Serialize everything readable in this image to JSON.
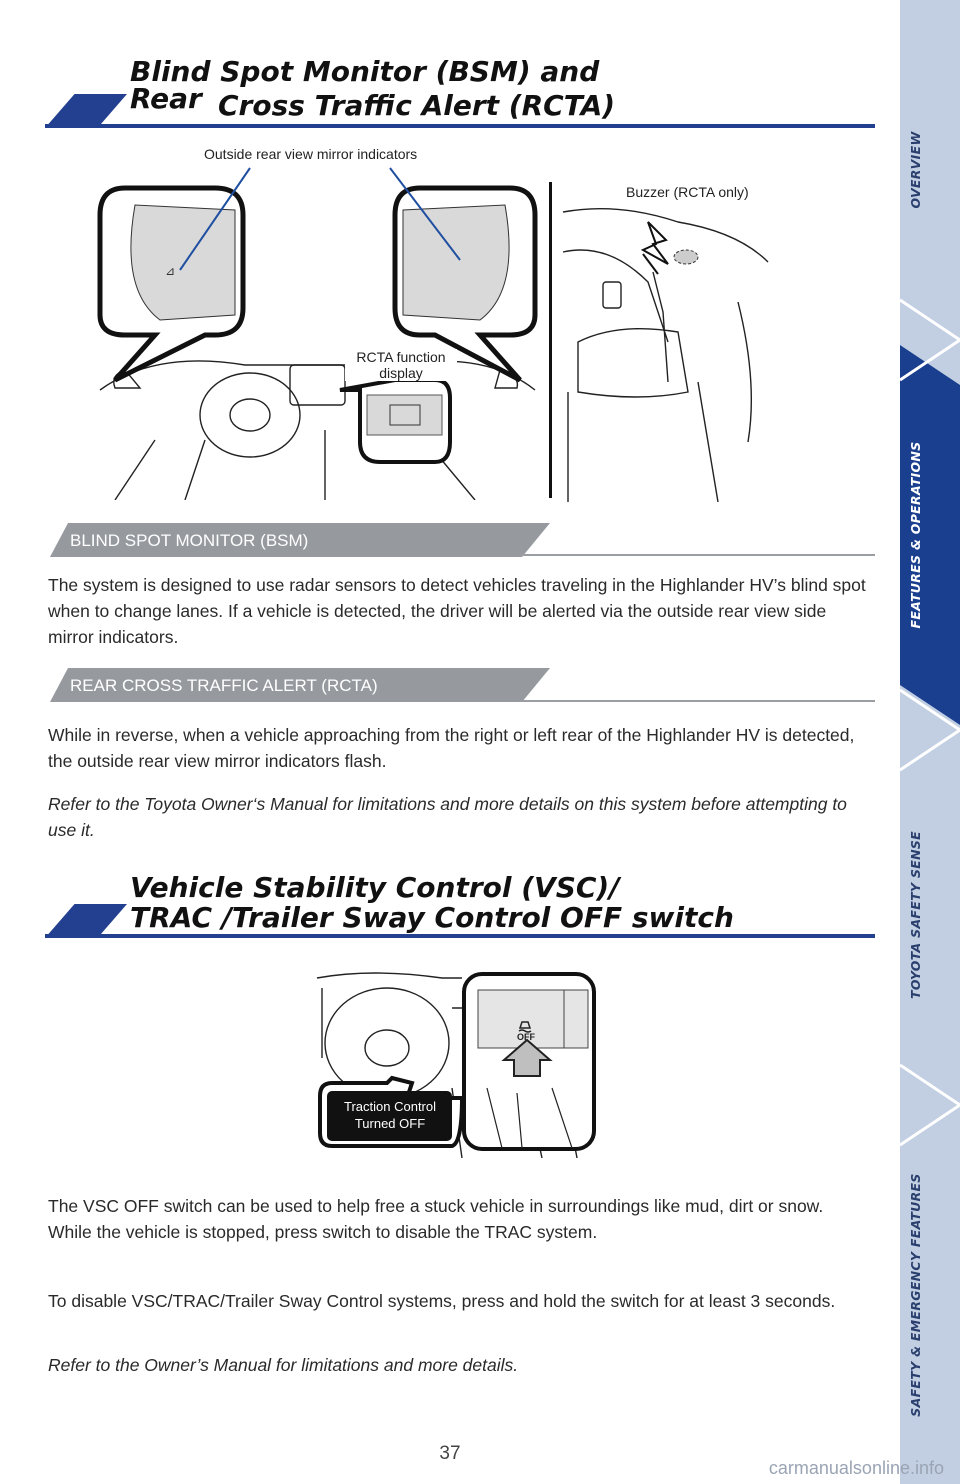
{
  "sidebar": {
    "tabs": [
      {
        "label": "OVERVIEW",
        "active": false
      },
      {
        "label": "FEATURES & OPERATIONS",
        "active": true
      },
      {
        "label": "TOYOTA SAFETY SENSE",
        "active": false
      },
      {
        "label": "SAFETY & EMERGENCY FEATURES",
        "active": false
      }
    ]
  },
  "section1": {
    "title_line1": "Blind Spot Monitor (BSM) and",
    "title_line2a": "Rear",
    "title_line2b": "Cross Traffic Alert (RCTA)",
    "figure": {
      "callout_mirror": "Outside rear view mirror indicators",
      "callout_buzzer": "Buzzer (RCTA only)",
      "callout_rcta_line1": "RCTA function",
      "callout_rcta_line2": "display"
    },
    "bsm": {
      "heading": "BLIND SPOT MONITOR (BSM)",
      "text": "The system is designed to use radar sensors to detect vehicles traveling in the Highlander HV’s blind spot when to change lanes. If a vehicle is detected, the driver will be alerted via the outside rear view side mirror indicators."
    },
    "rcta": {
      "heading": "REAR CROSS TRAFFIC ALERT (RCTA)",
      "text": "While in reverse, when a vehicle approaching from the right or left rear of the Highlander HV is detected, the outside rear view mirror indicators flash.",
      "note": "Refer to the Toyota Owner‘s Manual for limitations and more details on this system before attempting to use it."
    }
  },
  "section2": {
    "title_line1": "Vehicle Stability Control (VSC)/",
    "title_line2": "TRAC /Trailer Sway Control OFF switch",
    "figure": {
      "display_line1": "Traction Control",
      "display_line2": "Turned OFF",
      "switch_label": "OFF"
    },
    "text1": "The VSC OFF switch can be used to help free a stuck vehicle in surroundings like mud, dirt or snow. While the vehicle is stopped, press switch to disable the TRAC system.",
    "text2": "To disable VSC/TRAC/Trailer Sway Control systems, press and hold the switch for at least 3 seconds.",
    "note": "Refer to the Owner’s Manual for limitations and more details."
  },
  "footer": {
    "page_number": "37",
    "watermark": "carmanualsonline.info"
  },
  "colors": {
    "brand_blue": "#233f8f",
    "sidebar_bg": "#c2cfe3",
    "sidebar_active": "#1b3f8f",
    "banner_gray": "#969a9f"
  }
}
